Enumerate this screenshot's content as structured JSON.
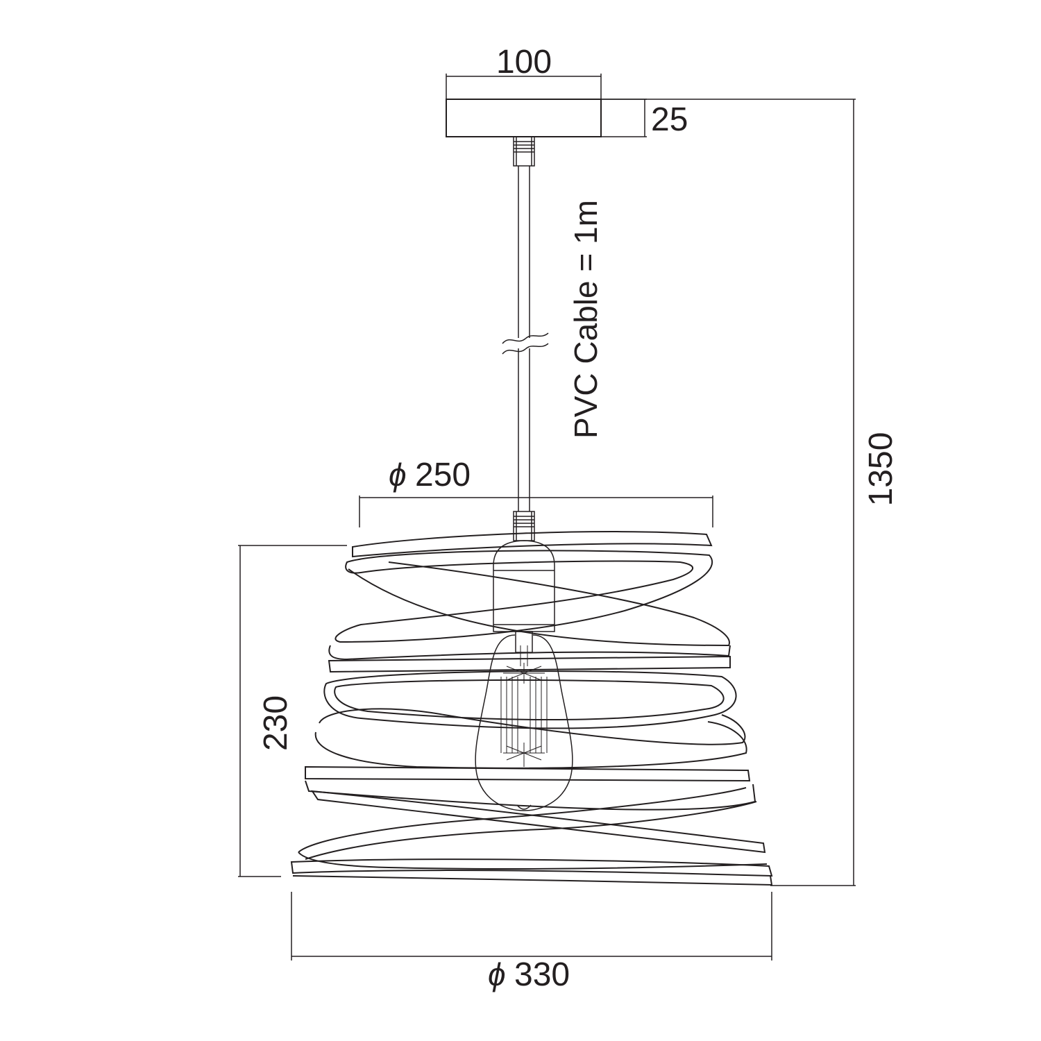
{
  "dimensions": {
    "canopy_width": "100",
    "canopy_height": "25",
    "total_height": "1350",
    "top_diameter": "250",
    "shade_height": "230",
    "bottom_diameter": "330",
    "diameter_symbol": "ϕ"
  },
  "cable_label": "PVC Cable = 1m",
  "colors": {
    "line": "#231f20",
    "background": "#ffffff"
  }
}
